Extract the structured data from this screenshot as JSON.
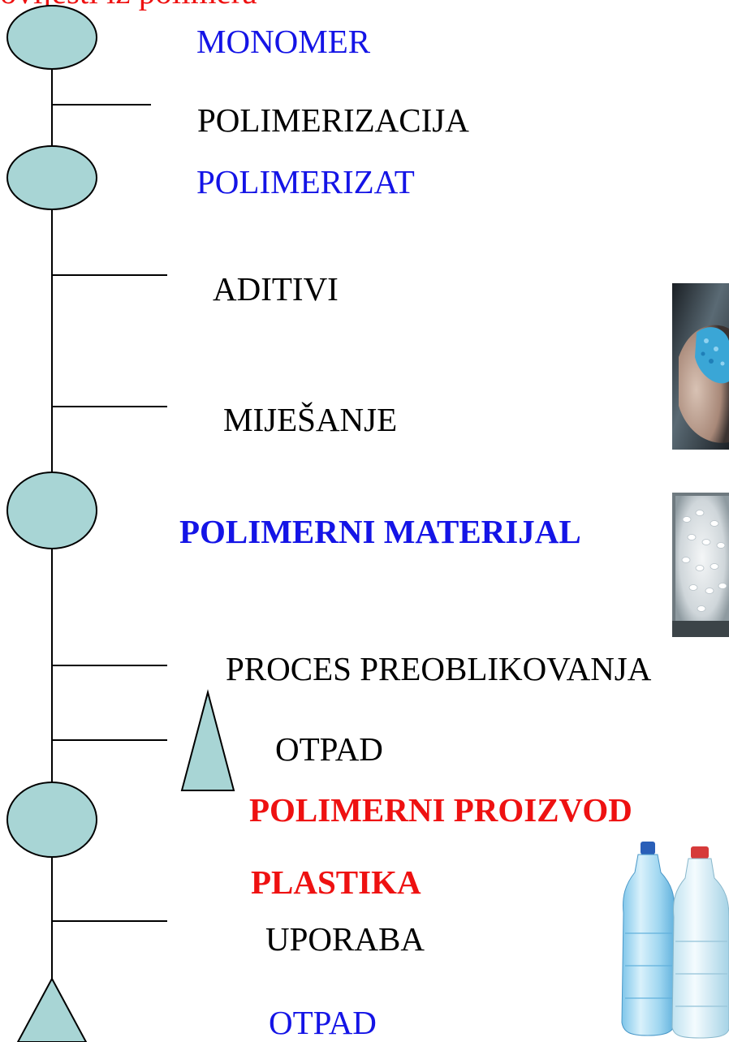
{
  "colors": {
    "node_fill": "#a8d5d5",
    "outline": "#000000",
    "blue": "#1414e6",
    "red": "#ee1111",
    "black": "#000000"
  },
  "header": {
    "cut_text": "ovijesti iz polimera"
  },
  "diagram": {
    "monomer": "MONOMER",
    "polimerizacija": "POLIMERIZACIJA",
    "polimerizat": "POLIMERIZAT",
    "aditivi": "ADITIVI",
    "mijesanje": "MIJEŠANJE",
    "polimerni_materijal": "POLIMERNI MATERIJAL",
    "proces": "PROCES PREOBLIKOVANJA",
    "otpad_1": "OTPAD",
    "polimerni_proizvod": "POLIMERNI PROIZVOD",
    "plastika": "PLASTIKA",
    "uporaba": "UPORABA",
    "otpad_2": "OTPAD"
  },
  "images": {
    "granules_hand": "blue-granules-photo",
    "white_pellets": "white-pellets-photo",
    "bottles": "water-bottles-photo"
  }
}
